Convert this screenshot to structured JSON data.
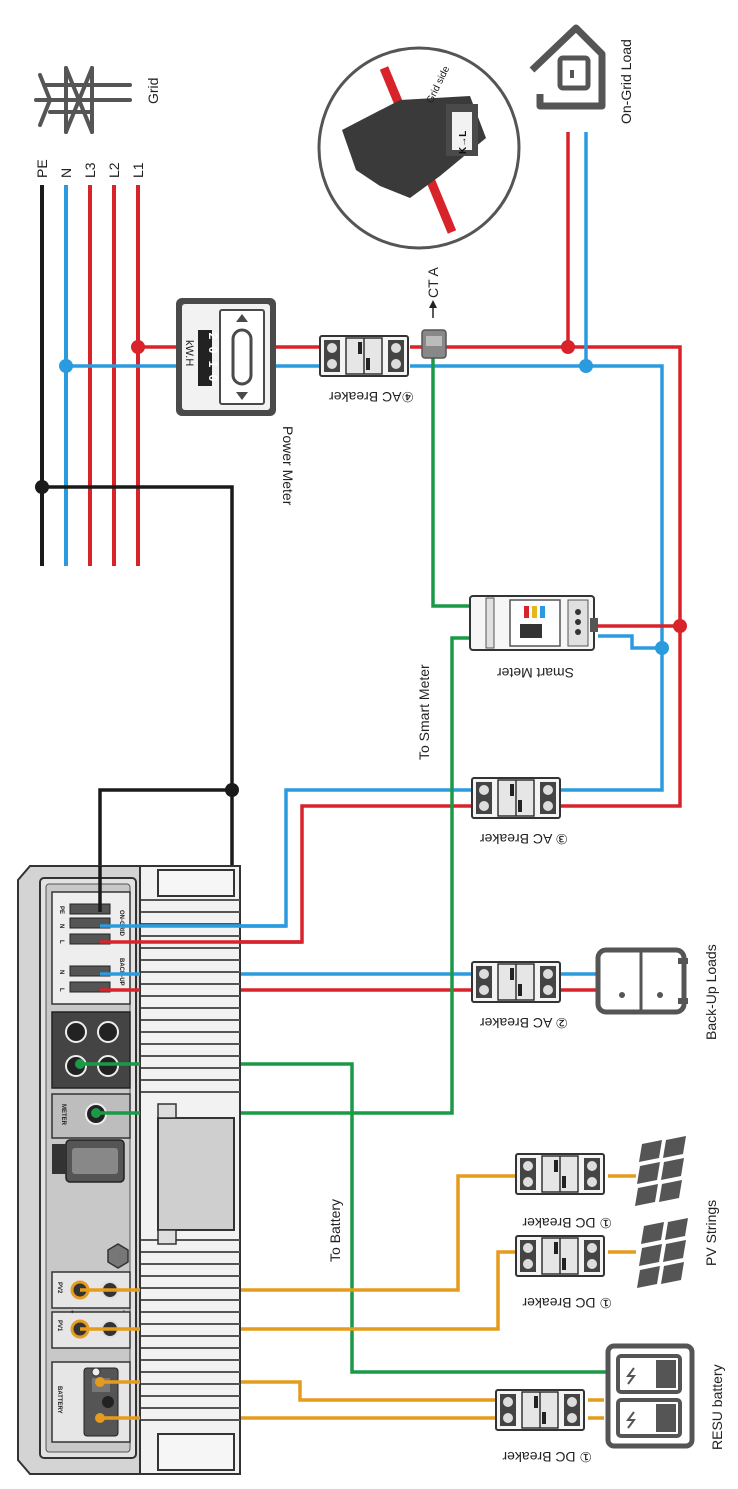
{
  "grid": {
    "label": "Grid",
    "lines": [
      "PE",
      "N",
      "L3",
      "L2",
      "L1"
    ]
  },
  "ct": {
    "label": "CT A",
    "inset_text": "Grid side",
    "marking": "K→L"
  },
  "on_grid_load": {
    "label": "On-Grid Load"
  },
  "power_meter": {
    "label": "Power Meter",
    "unit": "kW.H",
    "digits": [
      "2",
      "0",
      "1",
      "0"
    ]
  },
  "breakers": {
    "ac4": "④AC Breaker",
    "ac3": "③ AC Breaker",
    "ac2": "② AC Breaker",
    "dc1_top": "① DC Breaker",
    "dc1_mid": "① DC Breaker",
    "dc1_bottom": "① DC Breaker"
  },
  "smart_meter": {
    "label": "Smart Meter"
  },
  "wire_labels": {
    "to_smart_meter": "To Smart Meter",
    "to_battery": "To Battery"
  },
  "backup_loads": {
    "label": "Back-Up Loads"
  },
  "pv_strings": {
    "label": "PV Strings"
  },
  "battery": {
    "label": "RESU battery"
  },
  "inverter": {
    "ports": {
      "pe": "PE",
      "n1": "N",
      "l1": "L",
      "on_grid": "ON-GRID",
      "n2": "N",
      "l2": "L",
      "back_up": "BACK-UP",
      "meter": "METER",
      "pv1": "PV1",
      "pv2": "PV2",
      "battery": "BATTERY",
      "plus": "+",
      "minus": "-"
    }
  },
  "colors": {
    "pe": "#1a1a1a",
    "neutral": "#2b9be0",
    "live": "#d9232b",
    "comm": "#1a9a46",
    "dc": "#e59b1c",
    "device": "#4a4a4a"
  }
}
